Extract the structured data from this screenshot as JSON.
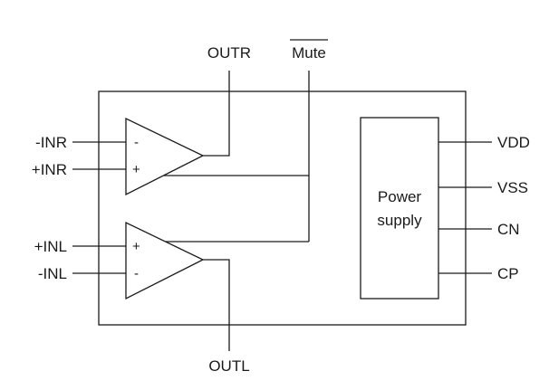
{
  "pins": {
    "outr": "OUTR",
    "mute": "Mute",
    "outl": "OUTL",
    "inr_minus": "-INR",
    "inr_plus": "+INR",
    "inl_plus": "+INL",
    "inl_minus": "-INL",
    "vdd": "VDD",
    "vss": "VSS",
    "cn": "CN",
    "cp": "CP"
  },
  "amplifiers": {
    "right": {
      "top_sign": "-",
      "bottom_sign": "+"
    },
    "left": {
      "top_sign": "+",
      "bottom_sign": "-"
    }
  },
  "power_supply": {
    "line1": "Power",
    "line2": "supply"
  },
  "colors": {
    "line": "#1a1a1a",
    "background": "#ffffff"
  }
}
